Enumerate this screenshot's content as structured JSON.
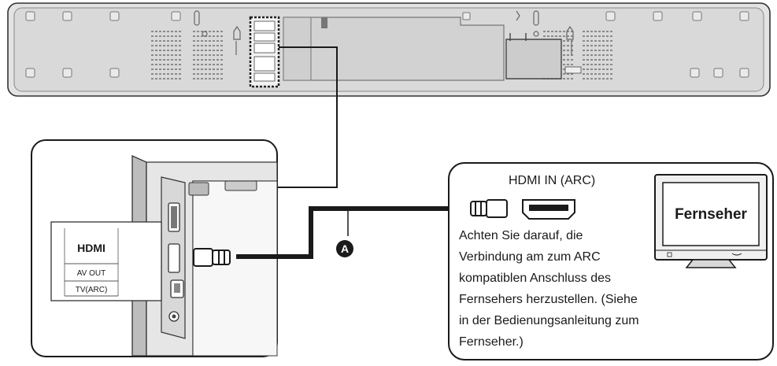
{
  "tv_panel": {
    "port_label": "HDMI IN (ARC)",
    "tv_name": "Fernseher",
    "note_lines": [
      "Achten Sie darauf, die",
      "Verbindung am zum ARC",
      "kompatiblen Anschluss des",
      "Fernsehers herzustellen. (Siehe",
      "in der Bedienungsanleitung zum",
      "Fernseher.)"
    ]
  },
  "soundbar_panel": {
    "port_block": {
      "logo": "HDMI",
      "line1": "AV OUT",
      "line2": "TV(ARC)"
    }
  },
  "cable_marker": "A",
  "colors": {
    "soundbar_body": "#d9d9d9",
    "outline": "#333333",
    "cable": "#1a1a1a",
    "tv_screen_frame": "#e8e8e8"
  },
  "icons": [
    "soundbar-rear-icon",
    "hdmi-plug-icon",
    "hdmi-port-icon",
    "tv-icon",
    "cable-marker-icon"
  ]
}
